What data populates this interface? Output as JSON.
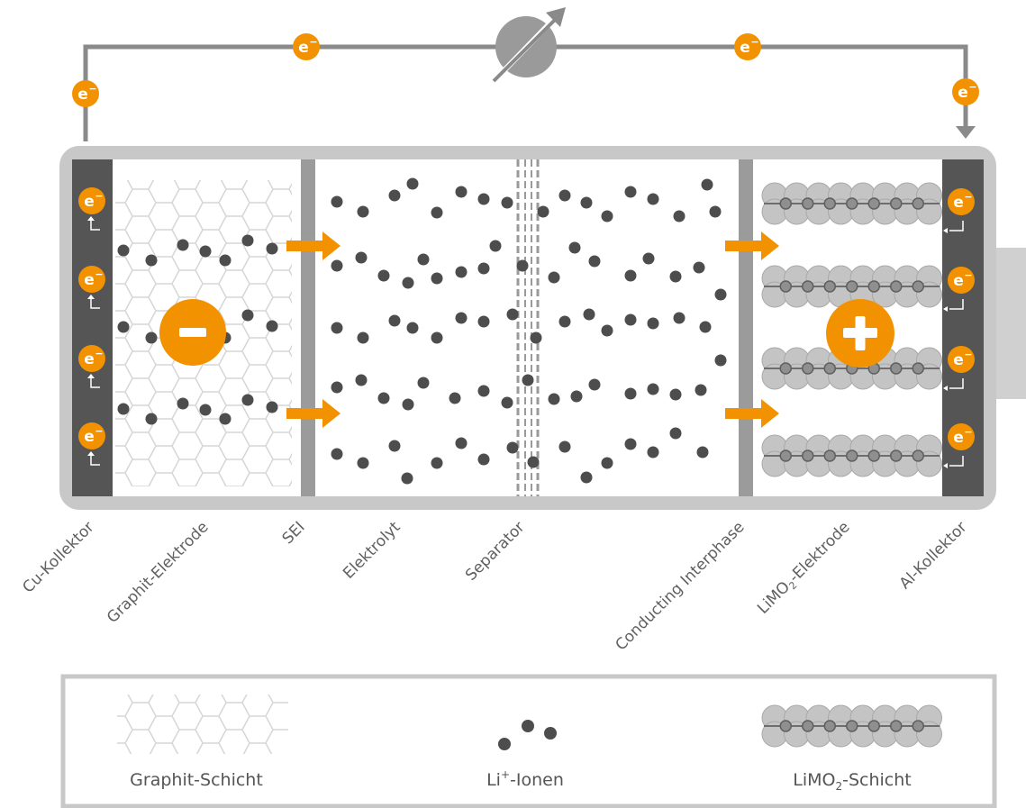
{
  "labels": {
    "cu_collector": "Cu-Kollektor",
    "graphite_electrode": "Graphit-Elektrode",
    "sei": "SEI",
    "electrolyte": "Elektrolyt",
    "separator": "Separator",
    "cei": "Conducting Interphase",
    "limo2_electrode_a": "LiMO",
    "limo2_electrode_sub": "2",
    "limo2_electrode_b": "-Elektrode",
    "al_collector": "Al-Kollektor"
  },
  "legend": {
    "graphite_layer": "Graphit-Schicht",
    "li_ions_a": "Li",
    "li_ions_sup": "+",
    "li_ions_b": "-Ionen",
    "limo2_layer_a": "LiMO",
    "limo2_layer_sub": "2",
    "limo2_layer_b": "-Schicht"
  },
  "symbols": {
    "electron": "e",
    "electron_charge": "−",
    "minus": "−",
    "plus": "+"
  },
  "colors": {
    "orange": "#f39200",
    "frame": "#c8c8c8",
    "wire": "#8a8a8a",
    "collector": "#555555",
    "ion": "#4d4d4d",
    "oxide_light": "#c4c4c4",
    "oxide_dark": "#8f8f8f"
  }
}
